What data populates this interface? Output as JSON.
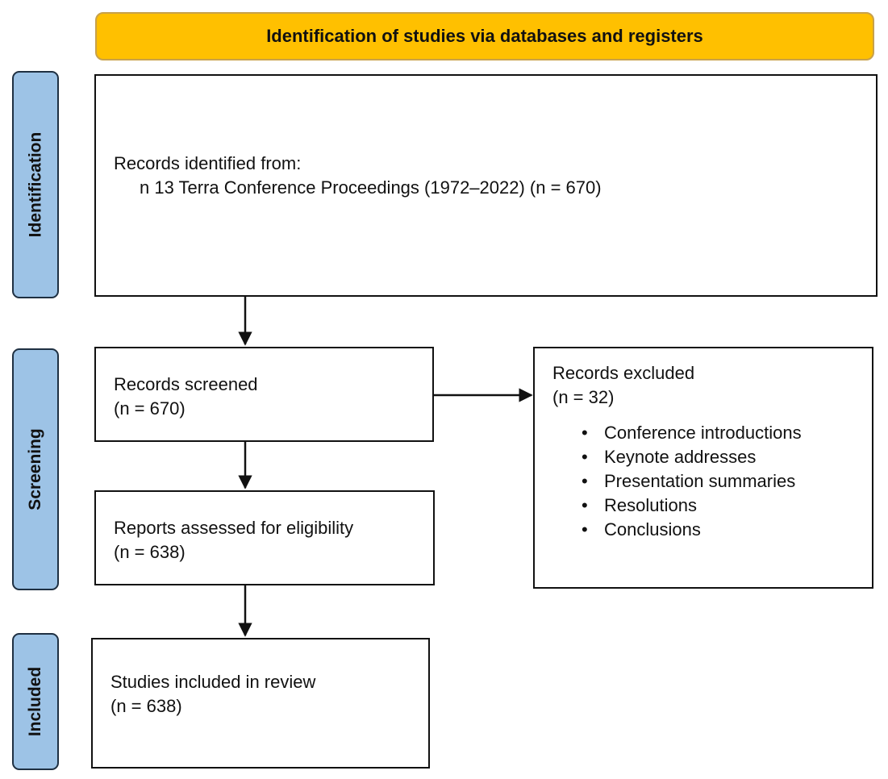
{
  "header": {
    "title": "Identification of studies via databases and registers",
    "color": "#FFC000"
  },
  "phases": {
    "identification": "Identification",
    "screening": "Screening",
    "included": "Included",
    "color": "#9DC3E6"
  },
  "identification_box": {
    "line1": "Records identified from:",
    "line2": "n 13 Terra Conference Proceedings (1972–2022) (n = 670)"
  },
  "screened_box": {
    "line1": "Records screened",
    "line2": "(n = 670)"
  },
  "excluded_box": {
    "line1": "Records excluded",
    "line2": "(n = 32)",
    "items": [
      "Conference introductions",
      "Keynote addresses",
      "Presentation summaries",
      "Resolutions",
      "Conclusions"
    ]
  },
  "eligibility_box": {
    "line1": "Reports assessed for eligibility",
    "line2": "(n = 638)"
  },
  "included_box": {
    "line1": "Studies included in review",
    "line2": "(n = 638)"
  }
}
